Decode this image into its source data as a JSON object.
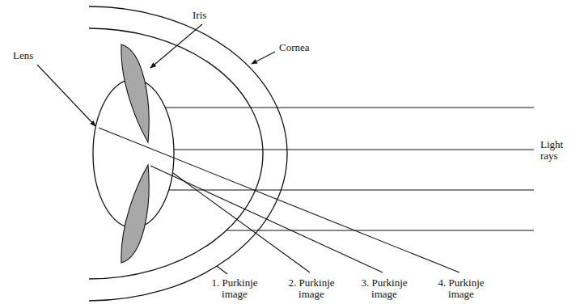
{
  "diagram": {
    "labels": [
      "Lens",
      "Iris",
      "Cornea",
      "Light rays",
      "1. Purkinje image",
      "2. Purkinje image",
      "3. Purkinje image",
      "4. Purkinje image"
    ]
  }
}
